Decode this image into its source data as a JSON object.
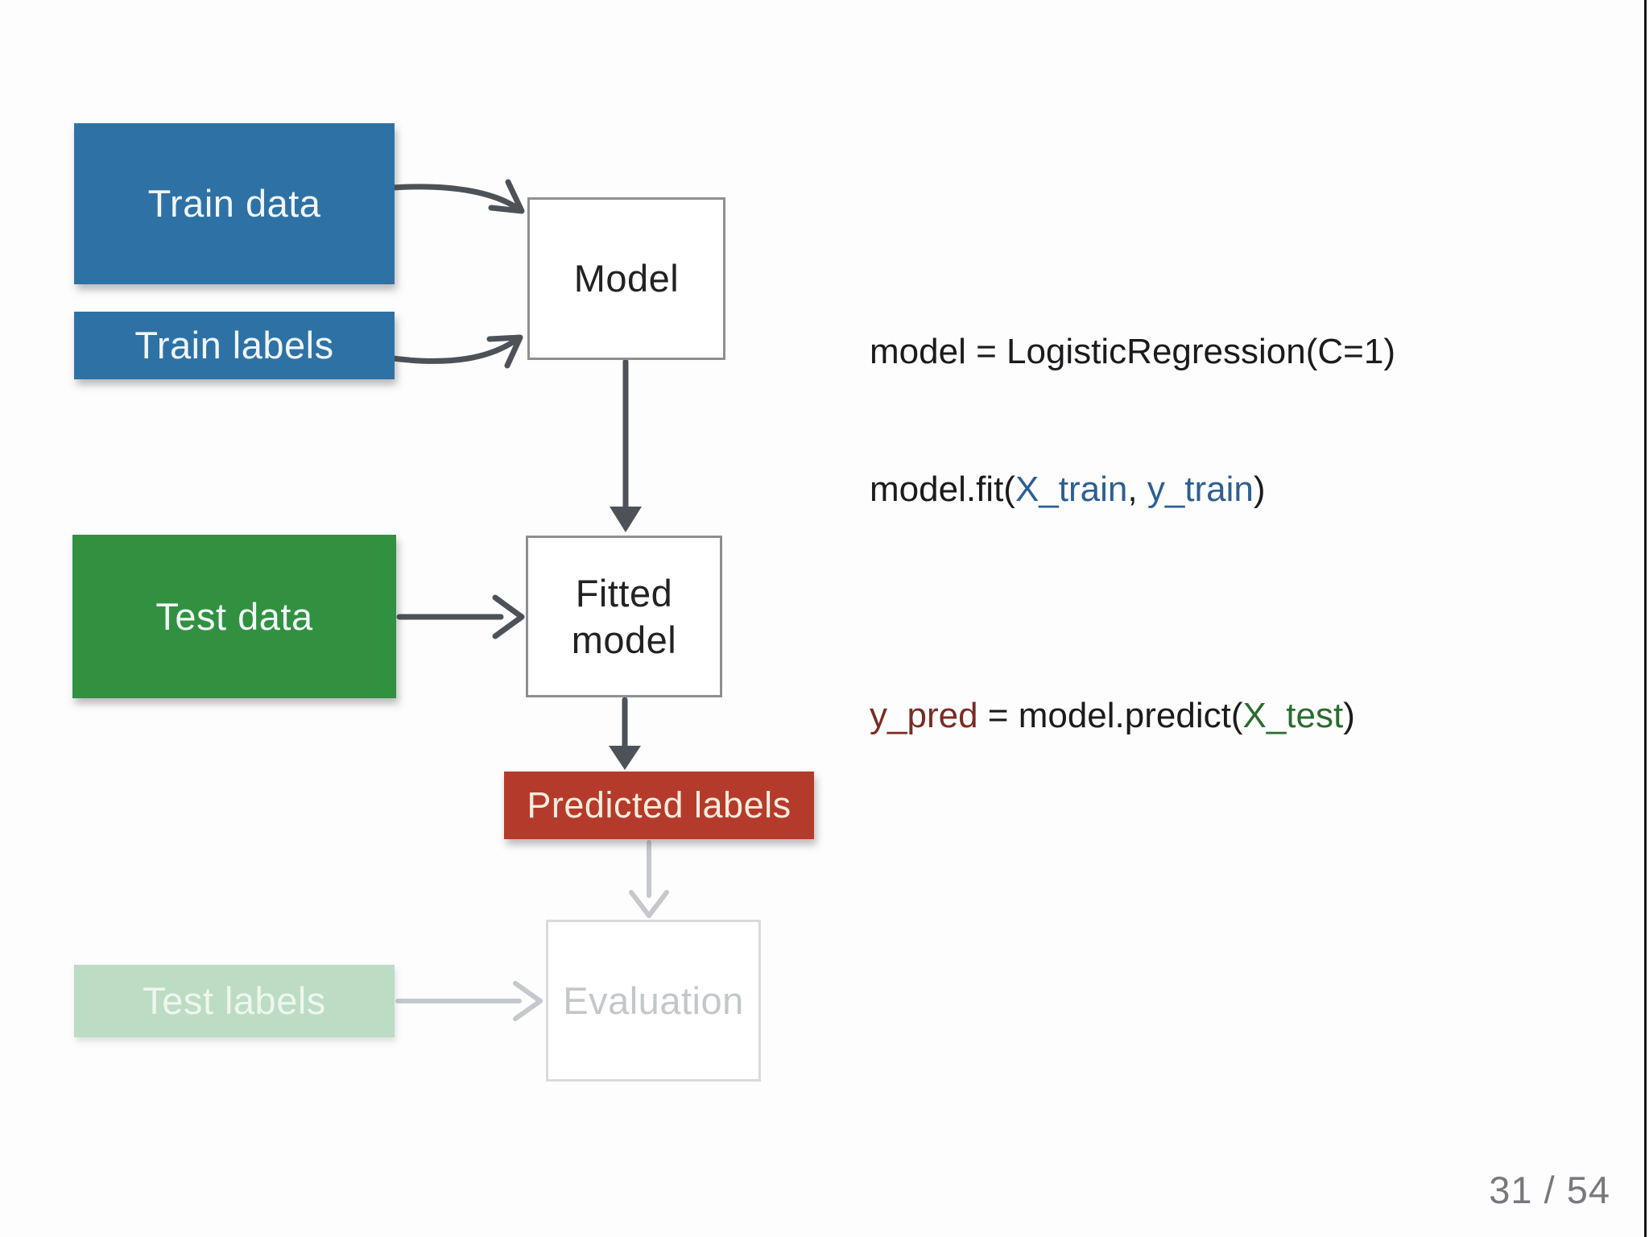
{
  "slide": {
    "page_number": "31 / 54",
    "boxes": {
      "train_data": {
        "label": "Train data"
      },
      "train_labels": {
        "label": "Train labels"
      },
      "model": {
        "label": "Model"
      },
      "test_data": {
        "label": "Test data"
      },
      "fitted_model": {
        "label": "Fitted model"
      },
      "predicted_labels": {
        "label": "Predicted labels"
      },
      "test_labels": {
        "label": "Test labels"
      },
      "evaluation": {
        "label": "Evaluation"
      }
    },
    "code_fit": {
      "line1": [
        {
          "text": "model = LogisticRegression(C=1)",
          "role": "ink"
        }
      ],
      "line2": [
        {
          "text": "model.fit(",
          "role": "ink"
        },
        {
          "text": "X_train",
          "role": "blue"
        },
        {
          "text": ", ",
          "role": "ink"
        },
        {
          "text": "y_train",
          "role": "blue"
        },
        {
          "text": ")",
          "role": "ink"
        }
      ]
    },
    "code_predict": {
      "line1": [
        {
          "text": "y_pred",
          "role": "maroon"
        },
        {
          "text": " = model.predict(",
          "role": "ink"
        },
        {
          "text": "X_test",
          "role": "green"
        },
        {
          "text": ")",
          "role": "ink"
        }
      ]
    },
    "arrows": [
      {
        "name": "train-data-to-model",
        "style": "dark-curved"
      },
      {
        "name": "train-labels-to-model",
        "style": "dark-curved"
      },
      {
        "name": "model-to-fitted-model",
        "style": "dark-straight"
      },
      {
        "name": "test-data-to-fitted-model",
        "style": "dark-straight"
      },
      {
        "name": "fitted-model-to-predicted-labels",
        "style": "dark-straight"
      },
      {
        "name": "predicted-labels-to-evaluation",
        "style": "faded"
      },
      {
        "name": "test-labels-to-evaluation",
        "style": "faded"
      }
    ]
  },
  "colors": {
    "box_blue": "#2e72a5",
    "box_green": "#319140",
    "box_green_faded": "#bcdcc4",
    "box_red": "#b43b2b",
    "box_label_text": "#f2f6f8",
    "red_box_text": "#f6ecdd",
    "faded_text": "#c3c7ca",
    "arrow_dark": "#4d5258",
    "arrow_faded": "#c4c8cc",
    "border_gray": "#8d8f91",
    "border_faded": "#d8dadc",
    "code_ink": "#1b1b1d",
    "code_blue": "#2d5f92",
    "code_maroon": "#7c2b22",
    "code_green": "#2c6b2f",
    "page_number_color": "#77777d",
    "edge_line": "#141414",
    "background": "#fdfdfe"
  }
}
